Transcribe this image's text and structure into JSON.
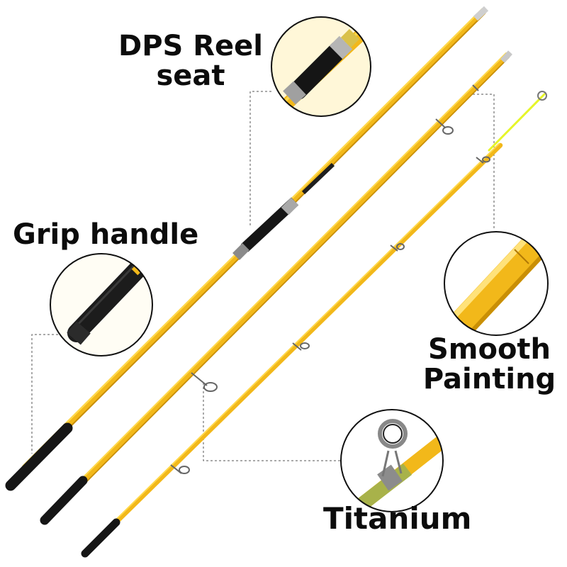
{
  "image": {
    "subject": "yellow three-piece surf fishing rods with feature callouts",
    "colors": {
      "blank": "#f2b81a",
      "blank_highlight": "#ffd84a",
      "blank_shadow": "#c98f05",
      "grip": "#161616",
      "guide_metal": "#9a9a9a",
      "tip_neon": "#e6f52a",
      "callout_border": "#111111",
      "dashed_leader": "#555555"
    }
  },
  "callouts": {
    "reel_seat": {
      "line1": "DPS Reel",
      "line2": "seat",
      "icon": "reel-seat-closeup"
    },
    "grip": {
      "label": "Grip handle",
      "icon": "grip-handle-closeup"
    },
    "smooth": {
      "line1": "Smooth",
      "line2": "Painting",
      "icon": "painted-blank-closeup"
    },
    "titanium": {
      "label": "Titanium",
      "icon": "titanium-guide-closeup"
    }
  }
}
